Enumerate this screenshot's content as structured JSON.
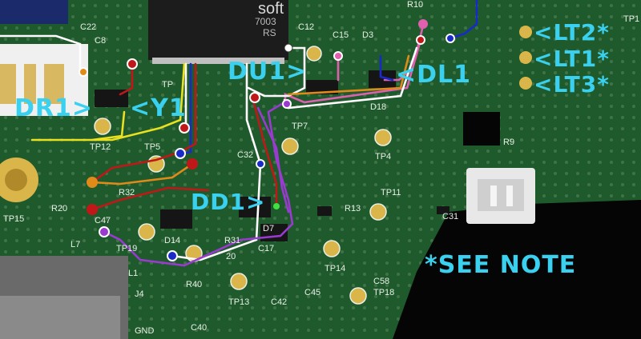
{
  "colors": {
    "board": "#1f5a2c",
    "board_light": "#2e7a3c",
    "label_cyan": "#3ad0f0",
    "pad_gold": "#d9b54a",
    "wire_red": "#c01818",
    "wire_purple": "#9a3ad0",
    "wire_blue": "#1a2ac8",
    "wire_white": "#ffffff",
    "wire_pink": "#e060b0",
    "wire_orange": "#e08a1a",
    "wire_yellow": "#e8e020"
  },
  "labels": {
    "dr1": "DR1>",
    "y1": "<Y1",
    "du1": "DU1>",
    "dl1": "<DL1",
    "dd1": "DD1>",
    "lt2": "<LT2",
    "lt1": "<LT1",
    "lt3": "<LT3",
    "star": "*",
    "note": "*SEE NOTE"
  },
  "silkscreen": {
    "c22": "C22",
    "c8": "C8",
    "c12": "C12",
    "c15": "C15",
    "d3": "D3",
    "r10": "R10",
    "tp1": "TP1",
    "chip_text": "soft",
    "chip_code": "7003",
    "chip_rs": "RS",
    "tp12": "TP12",
    "tp5": "TP5",
    "tp7": "TP7",
    "tp4": "TP4",
    "r9": "R9",
    "c32": "C32",
    "d18": "D18",
    "r32": "R32",
    "r20": "R20",
    "c47": "C47",
    "tp15": "TP15",
    "tp19": "TP19",
    "d14": "D14",
    "r31": "R31",
    "r13": "R13",
    "tp11": "TP11",
    "c31": "C31",
    "d7": "D7",
    "c17": "C17",
    "tp14": "TP14",
    "c58": "C58",
    "tp18": "TP18",
    "r40": "R40",
    "tp13": "TP13",
    "c42": "C42",
    "c45": "C45",
    "c40": "C40",
    "l1": "L1",
    "l7": "L7",
    "j4": "J4",
    "gnd": "GND",
    "twenty": "20",
    "tp": "TP"
  }
}
